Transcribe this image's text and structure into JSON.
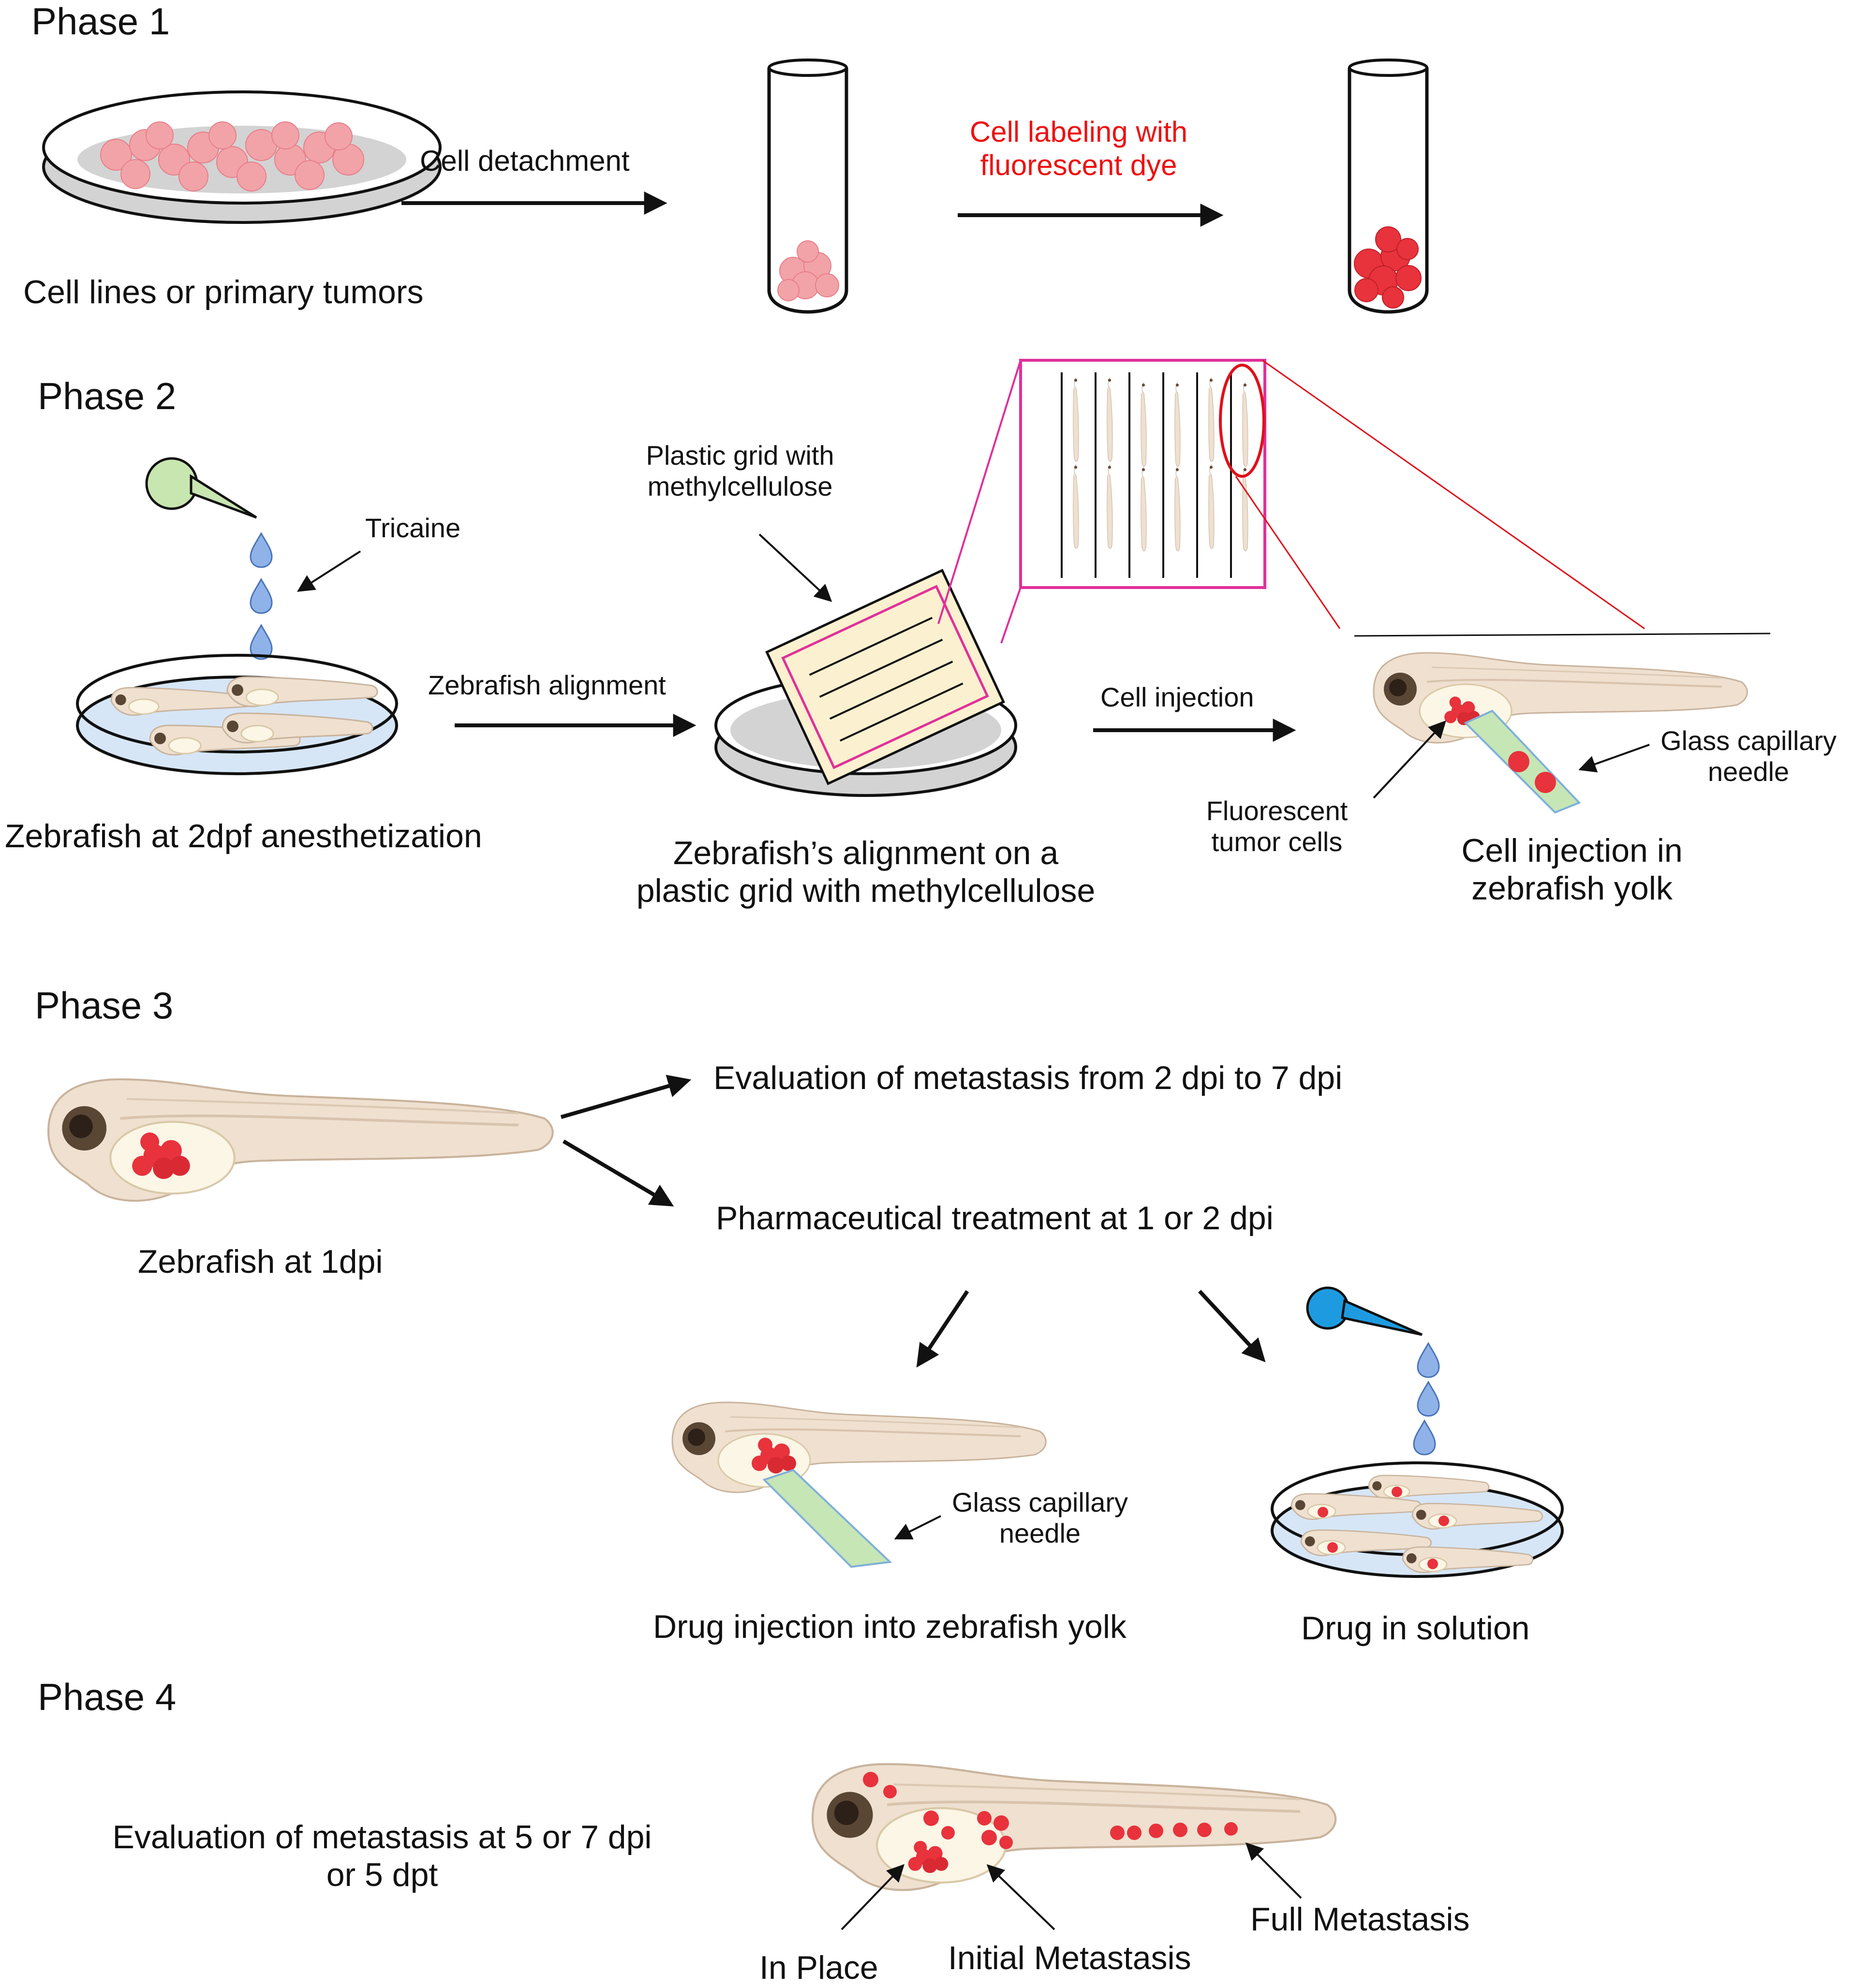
{
  "phases": {
    "p1": "Phase 1",
    "p2": "Phase 2",
    "p3": "Phase 3",
    "p4": "Phase 4"
  },
  "phase1": {
    "source": "Cell lines or primary tumors",
    "step1": "Cell detachment",
    "step2_line1": "Cell labeling with",
    "step2_line2": "fluorescent dye"
  },
  "phase2": {
    "tricaine": "Tricaine",
    "anesthetization": "Zebrafish at 2dpf anesthetization",
    "alignment_arrow": "Zebrafish alignment",
    "grid_line1": "Plastic grid with",
    "grid_line2": "methylcellulose",
    "alignment_caption_line1": "Zebrafish’s alignment on a",
    "alignment_caption_line2": "plastic grid with methylcellulose",
    "injection_arrow": "Cell injection",
    "needle_line1": "Glass capillary",
    "needle_line2": "needle",
    "tumor_line1": "Fluorescent",
    "tumor_line2": "tumor cells",
    "injection_caption_line1": "Cell injection in",
    "injection_caption_line2": "zebrafish yolk"
  },
  "phase3": {
    "fish_caption": "Zebrafish at 1dpi",
    "branch1": "Evaluation of metastasis from 2 dpi to 7 dpi",
    "branch2": "Pharmaceutical treatment at 1 or 2 dpi",
    "needle_line1": "Glass capillary",
    "needle_line2": "needle",
    "drug_injection": "Drug injection into zebrafish yolk",
    "drug_solution": "Drug in solution"
  },
  "phase4": {
    "eval_line1": "Evaluation of metastasis at 5 or 7 dpi",
    "eval_line2": "or 5 dpt",
    "in_place": "In Place",
    "initial": "Initial Metastasis",
    "full": "Full Metastasis"
  },
  "colors": {
    "tumor_red": "#e8323c",
    "label_red": "#ee1111",
    "magenta_frame": "#e0309a",
    "fish_body": "#efe0d0",
    "water_blue": "#d6e6f7",
    "needle_green": "#c6e6b6",
    "dropper_blue": "#1e9be0",
    "dropper_green": "#c8e6b0",
    "grid_yellow": "#fbf0cf"
  }
}
